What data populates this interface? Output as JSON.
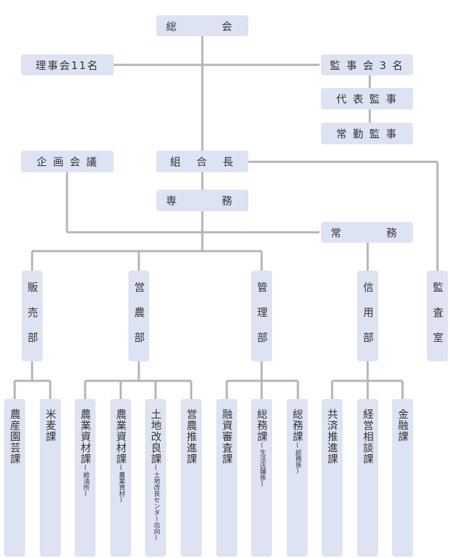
{
  "boxes": {
    "soukai": "総 会",
    "riji": "理事会11名",
    "kanji": "監 事 会 3 名",
    "daihyo": "代 表 監 事",
    "jokin": "常 勤 監 事",
    "kikaku": "企 画 会 議",
    "kumiaicho": "組 合 長",
    "senmu": "専 務",
    "jomu": "常 務",
    "hanbai": "販売部",
    "einou": "営農部",
    "kanri": "管理部",
    "shinyo": "信用部",
    "kansa": "監査室"
  },
  "sections": {
    "noensan": "農産園芸課",
    "beibaku": "米麦課",
    "nogyoshizai1_main": "農業資材課",
    "nogyoshizai1_sub": "(給油所)",
    "nogyoshizai2_main": "農業資材課",
    "nogyoshizai2_sub": "(農業資材)",
    "tochi_main": "土地改良課",
    "tochi_sub": "(土地改良センター出向)",
    "einosuishin": "営農推進課",
    "yushi": "融資審査課",
    "somu1_main": "総務課",
    "somu1_sub": "(生活店舗係)",
    "somu2_main": "総務課",
    "somu2_sub": "(総務係)",
    "kyosai": "共済推進課",
    "keiei": "経営相談課",
    "kinyu": "金融課"
  },
  "colors": {
    "box": "#dde3f3",
    "line": "#b3b3b3",
    "text": "#333333"
  }
}
